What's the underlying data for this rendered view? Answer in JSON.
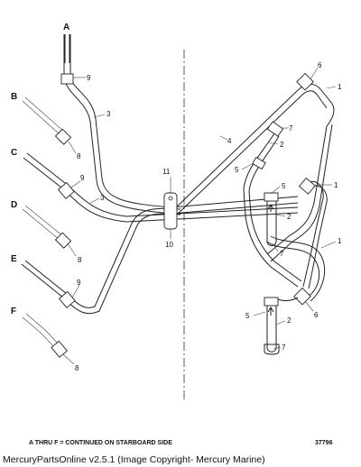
{
  "letters": {
    "a": "A",
    "b": "B",
    "c": "C",
    "d": "D",
    "e": "E",
    "f": "F"
  },
  "callouts": {
    "c9_top": "9",
    "c3_top": "3",
    "c8_b": "8",
    "c9_c": "9",
    "c3_mid": "3",
    "c8_d": "8",
    "c9_e": "9",
    "c8_f": "8",
    "c11": "11",
    "c10": "10",
    "c4": "4",
    "c6_top": "6",
    "c1_top": "1",
    "c7_top": "7",
    "c2_top": "2",
    "c5_top": "5",
    "c5_mid": "5",
    "c1_mid": "1",
    "c2_mid": "2",
    "c7_mid": "7",
    "c1_low": "1",
    "c6_low": "6",
    "c5_low": "5",
    "c2_low": "2",
    "c7_low": "7"
  },
  "footer": {
    "note": "A THRU F = CONTINUED ON STARBOARD SIDE",
    "diagram_number": "37796"
  },
  "credit": "MercuryPartsOnline v2.5.1 (Image Copyright- Mercury Marine)"
}
